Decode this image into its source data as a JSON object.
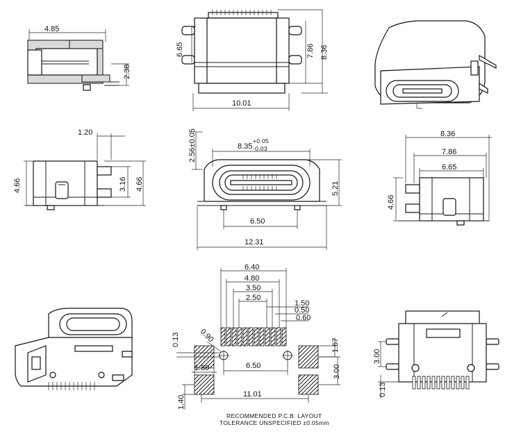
{
  "dimensions": {
    "side_width": "4.85",
    "side_height": "2.38",
    "top_inner_height": "6.65",
    "top_mid_height": "7.86",
    "top_total_height": "8.36",
    "top_width": "10.01",
    "left_offset": "1.20",
    "left_height": "4.66",
    "left_inner_height": "3.16",
    "left_height_right": "4.66",
    "front_height": "2.56±0.05",
    "front_width_main": "8.35",
    "front_width_tol_plus": "+0.05",
    "front_width_tol_minus": "-0.03",
    "front_right_height": "5.21",
    "front_pad_span": "6.50",
    "front_total_width": "12.31",
    "right_total": "8.36",
    "right_mid": "7.86",
    "right_inner": "6.65",
    "right_height": "4.66",
    "pcb_width_1": "6.40",
    "pcb_width_2": "4.80",
    "pcb_width_3": "3.50",
    "pcb_width_4": "2.50",
    "pcb_pitch_1": "1.50",
    "pcb_pitch_2": "0.50",
    "pcb_pad_width": "0.60",
    "pcb_hole": "0.90",
    "pcb_offset": "0.13",
    "pcb_pad_height": "1.67",
    "pcb_hole_span": "6.50",
    "pcb_pad_w": "1.80",
    "pcb_shell_span": "3.00",
    "pcb_total": "11.01",
    "pcb_shell_h": "1.40",
    "bottom_height": "3.00",
    "bottom_offset": "0.13"
  },
  "notes": {
    "line1": "RECOMMENDED   P.C.B.  LAYOUT",
    "line2": "TOLERANCE  UNSPECIFIED  ±0.05mm"
  }
}
